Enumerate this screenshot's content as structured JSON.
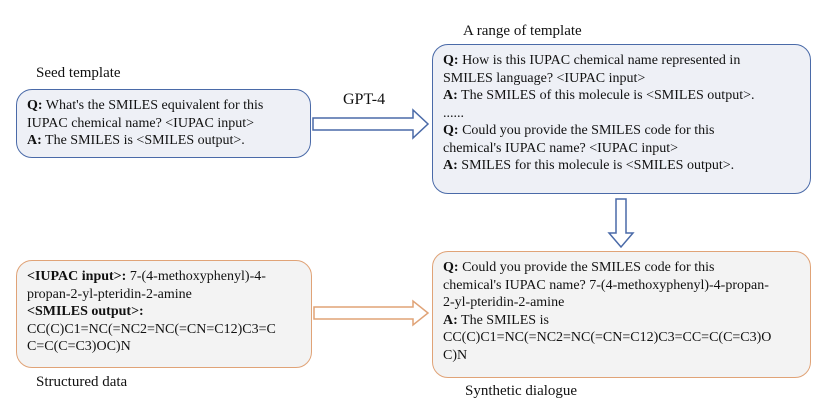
{
  "labels": {
    "seed": "Seed template",
    "range": "A range of template",
    "gpt": "GPT-4",
    "structured": "Structured data",
    "synthetic": "Synthetic dialogue"
  },
  "seed_box": {
    "q_prefix": "Q:",
    "q_line1": " What's the SMILES equivalent for this",
    "q_line2": "IUPAC chemical name? <IUPAC input>",
    "a_prefix": "A:",
    "a_line": " The SMILES is <SMILES output>."
  },
  "range_box": {
    "q1_prefix": "Q:",
    "q1_line1": " How is this IUPAC chemical name represented in",
    "q1_line2": "SMILES language? <IUPAC input>",
    "a1_prefix": "A:",
    "a1_line": " The SMILES of this molecule is <SMILES output>.",
    "ellipsis": "......",
    "q2_prefix": "Q:",
    "q2_line1": " Could you provide the SMILES code for this",
    "q2_line2": "chemical's IUPAC name? <IUPAC input>",
    "a2_prefix": "A:",
    "a2_line": " SMILES for this molecule is <SMILES output>."
  },
  "structured_box": {
    "iupac_key": "<IUPAC input>:",
    "iupac_line1": " 7-(4-methoxyphenyl)-4-",
    "iupac_line2": "propan-2-yl-pteridin-2-amine",
    "smiles_key": "<SMILES output>:",
    "smiles_line1": "CC(C)C1=NC(=NC2=NC(=CN=C12)C3=C",
    "smiles_line2": "C=C(C=C3)OC)N"
  },
  "synthetic_box": {
    "q_prefix": "Q:",
    "q_line1": " Could you provide the SMILES code for this",
    "q_line2": "chemical's IUPAC name? 7-(4-methoxyphenyl)-4-propan-",
    "q_line3": "2-yl-pteridin-2-amine",
    "a_prefix": "A:",
    "a_line1": " The SMILES is",
    "a_line2": "CC(C)C1=NC(=NC2=NC(=CN=C12)C3=CC=C(C=C3)O",
    "a_line3": "C)N"
  },
  "colors": {
    "blue_border": "#4a6aa8",
    "orange_border": "#e0a377",
    "arrow_fill": "#ffffff"
  }
}
